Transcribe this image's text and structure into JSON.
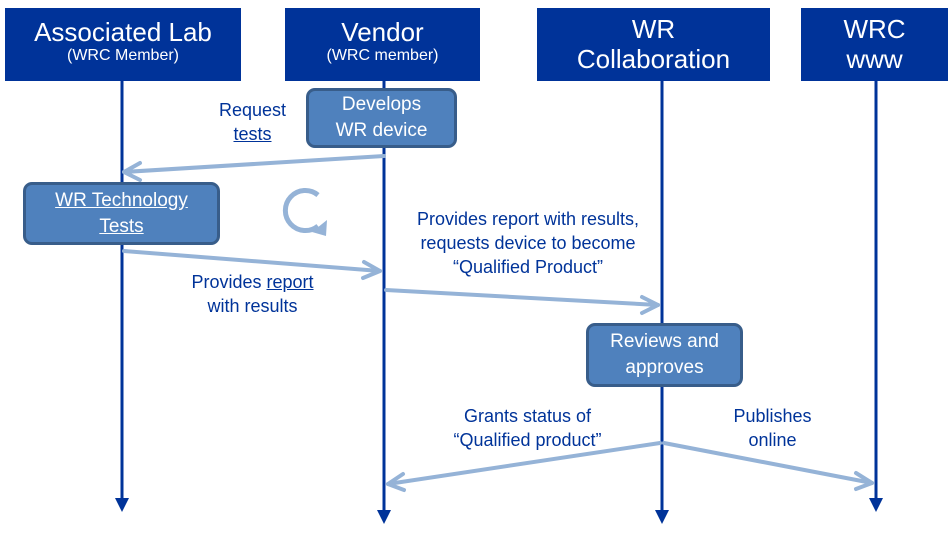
{
  "colors": {
    "header_bg": "#003399",
    "lifeline": "#003399",
    "box_fill": "#4f81bd",
    "box_border": "#385d8a",
    "message_arrow": "#95b3d7",
    "label_text": "#003399"
  },
  "actors": [
    {
      "id": "associated-lab",
      "title": "Associated Lab",
      "subtitle": "(WRC Member)"
    },
    {
      "id": "vendor",
      "title": "Vendor",
      "subtitle": "(WRC member)"
    },
    {
      "id": "wr-collaboration",
      "title": "WR",
      "subtitle": "Collaboration"
    },
    {
      "id": "wrc-www",
      "title": "WRC",
      "subtitle": "www"
    }
  ],
  "activities": [
    {
      "id": "develops",
      "line1": "Develops",
      "line2": "WR device",
      "underlined": false
    },
    {
      "id": "wr-tests",
      "line1": "WR Technology",
      "line2": "Tests",
      "underlined": true
    },
    {
      "id": "reviews",
      "line1": "Reviews and",
      "line2": "approves",
      "underlined": false
    }
  ],
  "messages": [
    {
      "id": "request-tests",
      "line1": "Request",
      "line2": "tests",
      "line2_underlined": true,
      "from": "vendor",
      "to": "associated-lab"
    },
    {
      "id": "provides-report",
      "line1_a": "Provides ",
      "line1_b": "report",
      "line2": "with results",
      "from": "associated-lab",
      "to": "vendor"
    },
    {
      "id": "provides-report-request",
      "line1": "Provides report with results,",
      "line2": "requests device to become",
      "line3": "“Qualified Product”",
      "from": "vendor",
      "to": "wr-collaboration"
    },
    {
      "id": "grants-status",
      "line1": "Grants status of",
      "line2": "“Qualified product”",
      "from": "wr-collaboration",
      "to": "vendor"
    },
    {
      "id": "publishes-online",
      "line1": "Publishes",
      "line2": "online",
      "from": "wr-collaboration",
      "to": "wrc-www"
    }
  ],
  "loop_icon": "circular-arrow-icon"
}
